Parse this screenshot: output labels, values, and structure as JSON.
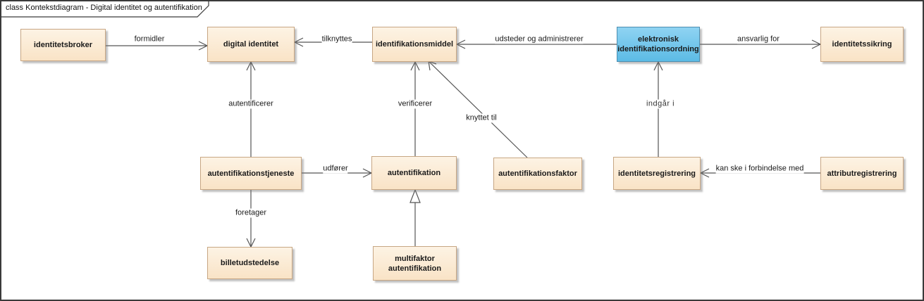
{
  "frame": {
    "title": "class Kontekstdiagram - Digital identitet og autentifikation"
  },
  "nodes": {
    "identitetsbroker": "identitetsbroker",
    "digital_identitet": "digital identitet",
    "identifikationsmiddel": "identifikationsmiddel",
    "elektronisk_identifikationsordning": "elektronisk\nidentifikationsordning",
    "identitetssikring": "identitetssikring",
    "autentifikationstjeneste": "autentifikationstjeneste",
    "autentifikation": "autentifikation",
    "autentifikationsfaktor": "autentifikationsfaktor",
    "identitetsregistrering": "identitetsregistrering",
    "attributregistrering": "attributregistrering",
    "billetudstedelse": "billetudstedelse",
    "multifaktor_autentifikation": "multifaktor\nautentifikation"
  },
  "edges": {
    "formidler": "formidler",
    "tilknyttes": "tilknyttes",
    "udsteder_og_administrerer": "udsteder og administrerer",
    "ansvarlig_for": "ansvarlig for",
    "autentificerer": "autentificerer",
    "verificerer": "verificerer",
    "knyttet_til": "knyttet til",
    "indgaar_i": "indgår i",
    "udfoerer": "udfører",
    "kan_ske_i_forbindelse_med": "kan ske i forbindelse med",
    "foretager": "foretager"
  },
  "colors": {
    "node_fill": "#fdf3e4",
    "node_border": "#c7a683",
    "highlight_fill": "#5cbbe5",
    "line": "#555555"
  }
}
